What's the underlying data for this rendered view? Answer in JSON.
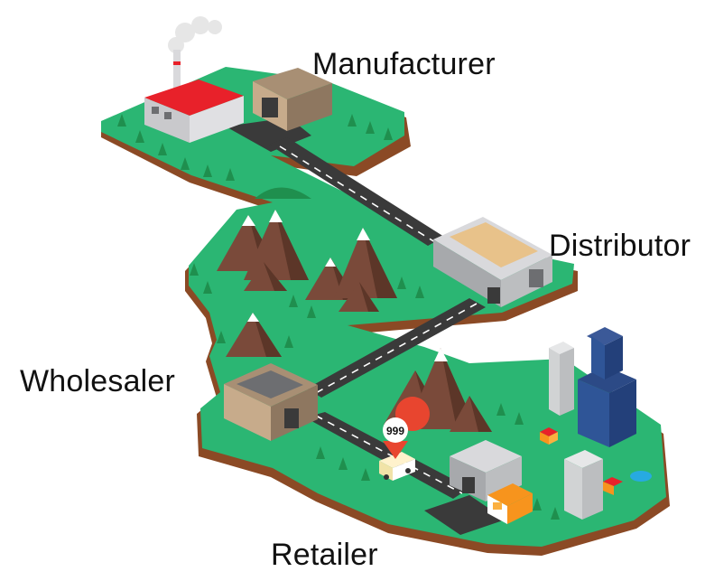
{
  "stages": [
    {
      "id": "manufacturer",
      "label": "Manufacturer"
    },
    {
      "id": "distributor",
      "label": "Distributor"
    },
    {
      "id": "wholesaler",
      "label": "Wholesaler"
    },
    {
      "id": "retailer",
      "label": "Retailer"
    }
  ],
  "price_pin": {
    "text": "999",
    "color": "#e8452f"
  },
  "colors": {
    "grass": "#2bb673",
    "soil": "#8b4a25",
    "road": "#3a3a3a",
    "road_marking": "#ffffff",
    "mountain": "#7a4a3a",
    "factory_roof": "#e8212a",
    "tree": "#1f8f4e",
    "warehouse_roof": "#d9d9dc",
    "shop_awning": "#f7941d"
  },
  "icons": [
    "factory-icon",
    "warehouse-icon",
    "truck-icon",
    "shop-icon",
    "skyscraper-icon",
    "price-pin-icon",
    "mountain-icon",
    "tree-icon"
  ]
}
